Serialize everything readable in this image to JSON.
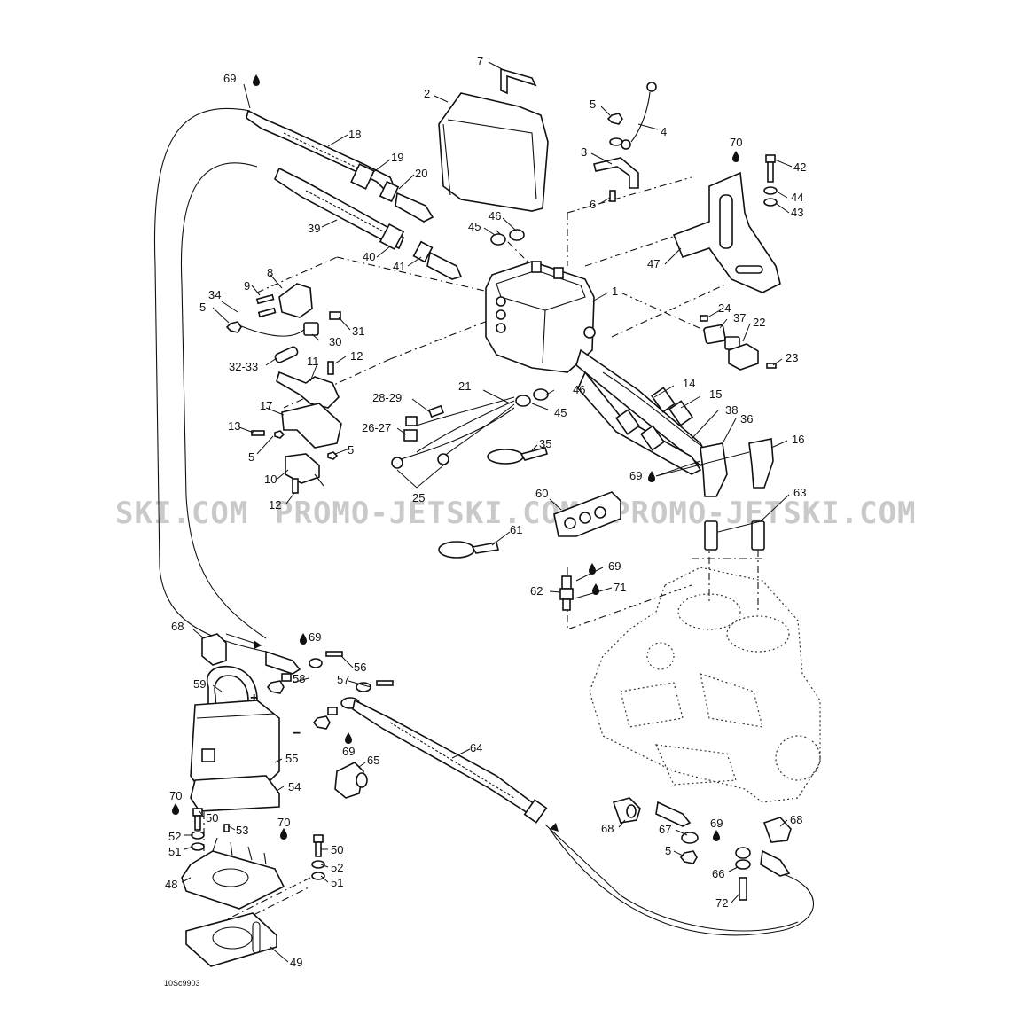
{
  "diagram": {
    "drawing_code": "10Sc9903",
    "watermark": [
      "SKI.COM",
      "PROMO-JETSKI.COM",
      "PROMO-JETSKI.COM"
    ],
    "lubricant_icon": "oil-drop-icon",
    "battery_terminals": {
      "positive": "+",
      "negative": "−"
    }
  },
  "callouts": [
    "69",
    "7",
    "2",
    "5",
    "4",
    "3",
    "6",
    "70",
    "42",
    "44",
    "43",
    "18",
    "19",
    "20",
    "39",
    "46",
    "45",
    "40",
    "41",
    "47",
    "8",
    "9",
    "34",
    "5",
    "1",
    "31",
    "30",
    "32-33",
    "12",
    "11",
    "24",
    "37",
    "22",
    "23",
    "21",
    "28-29",
    "17",
    "13",
    "5",
    "5",
    "26-27",
    "10",
    "12",
    "45",
    "46",
    "14",
    "15",
    "38",
    "36",
    "16",
    "35",
    "25",
    "69",
    "60",
    "63",
    "61",
    "69",
    "62",
    "71",
    "68",
    "69",
    "56",
    "57",
    "59",
    "58",
    "69",
    "64",
    "55",
    "65",
    "54",
    "70",
    "50",
    "53",
    "52",
    "51",
    "70",
    "50",
    "52",
    "51",
    "48",
    "68",
    "67",
    "69",
    "68",
    "5",
    "66",
    "72",
    "49"
  ]
}
